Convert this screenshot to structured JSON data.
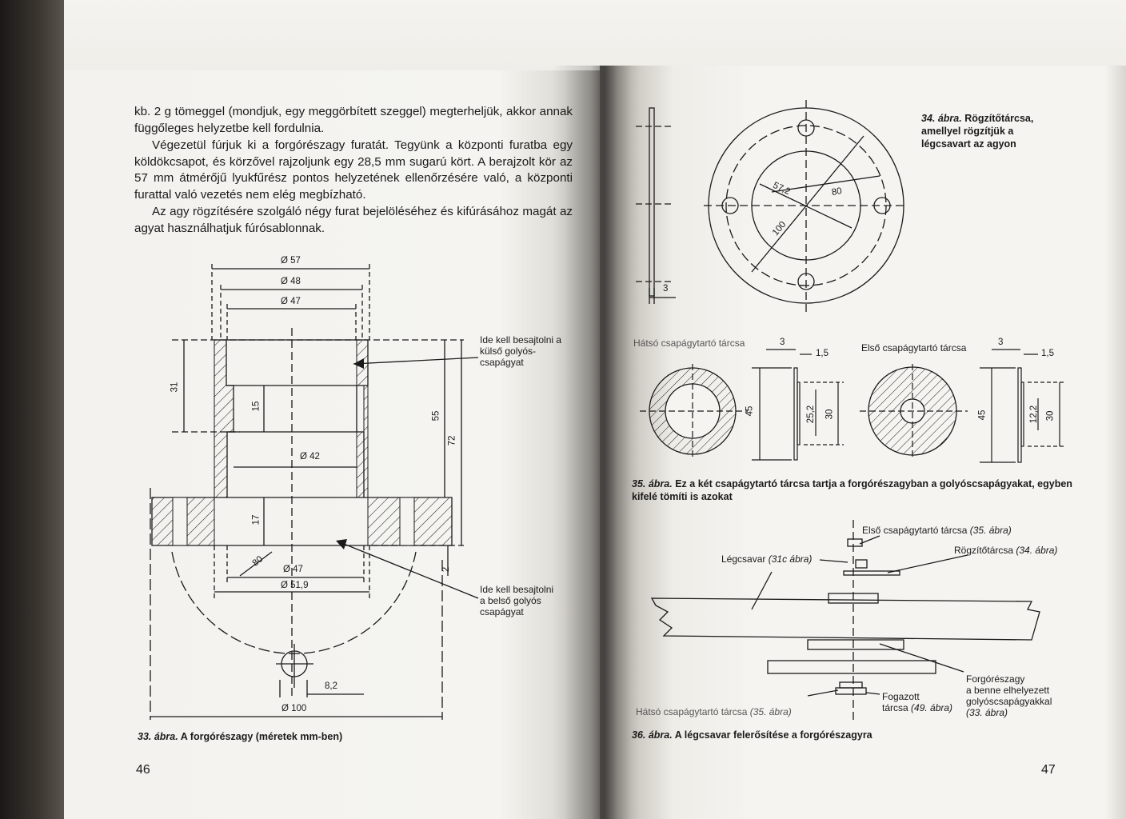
{
  "left_page": {
    "paragraphs": [
      "kb. 2 g tömeggel (mondjuk, egy meggörbített szeggel) megterheljük, akkor annak függőleges helyzetbe kell fordulnia.",
      "Végezetül fúrjuk ki a forgórészagy furatát. Tegyünk a központi furatba egy köldökcsapot, és körzővel rajzoljunk egy 28,5 mm sugarú kört. A berajzolt kör az 57 mm átmérőjű lyukfűrész pontos helyzetének ellenőrzésére való, a központi furattal való vezetés nem elég megbízható.",
      "Az agy rögzítésére szolgáló négy furat bejelöléséhez és kifúrásához magát az agyat használhatjuk fúrósablonnak."
    ],
    "figure33": {
      "dims": {
        "d57": "Ø 57",
        "d48": "Ø 48",
        "d47_top": "Ø 47",
        "d42": "Ø 42",
        "d47_bot": "Ø 47",
        "d51_9": "Ø 51,9",
        "d100": "Ø 100",
        "h31": "31",
        "h15": "15",
        "h17": "17",
        "h55": "55",
        "h72": "72",
        "h2": "2",
        "r80": "80",
        "w8_2": "8,2"
      },
      "note_outer": "Ide kell besajtolni a külső golyós-csapágyat",
      "note_inner": "Ide kell besajtolni a belső golyós csapágyat",
      "caption_label": "33. ábra.",
      "caption_text": "A forgórészagy (méretek mm-ben)"
    },
    "page_number": "46"
  },
  "right_page": {
    "figure34": {
      "caption_label": "34. ábra.",
      "caption_text": "Rögzítőtárcsa, amellyel rögzítjük a légcsavart az agyon",
      "dims": {
        "d57_2": "57,2",
        "d80": "80",
        "d100": "100",
        "t3": "3"
      }
    },
    "figure35": {
      "rear_title": "Hátsó csapágytartó tárcsa",
      "front_title": "Első csapágytartó tárcsa",
      "dims": {
        "t3a": "3",
        "t1_5a": "1,5",
        "d45a": "45",
        "d25_2": "25,2",
        "d30a": "30",
        "t3b": "3",
        "t1_5b": "1,5",
        "d45b": "45",
        "d12_2": "12,2",
        "d30b": "30"
      },
      "caption_label": "35. ábra.",
      "caption_text": "Ez a két csapágytartó tárcsa tartja a forgórészagyban a golyóscsapágyakat, egyben kifelé tömíti is azokat"
    },
    "figure36": {
      "labels": {
        "front_disc": "Első csapágytartó tárcsa",
        "front_disc_ref": "(35. ábra)",
        "fixing_disc": "Rögzítőtárcsa",
        "fixing_disc_ref": "(34. ábra)",
        "propeller": "Légcsavar",
        "propeller_ref": "(31c ábra)",
        "rotor": "Forgórészagy",
        "rotor2": "a benne elhelyezett",
        "rotor3": "golyóscsapágyakkal",
        "rotor_ref": "(33. ábra)",
        "toothed": "Fogazott",
        "toothed2": "tárcsa",
        "toothed_ref": "(49. ábra)",
        "rear_disc": "Hátsó csapágytartó tárcsa",
        "rear_disc_ref": "(35. ábra)"
      },
      "caption_label": "36. ábra.",
      "caption_text": "A légcsavar felerősítése a forgórészagyra"
    },
    "page_number": "47"
  }
}
